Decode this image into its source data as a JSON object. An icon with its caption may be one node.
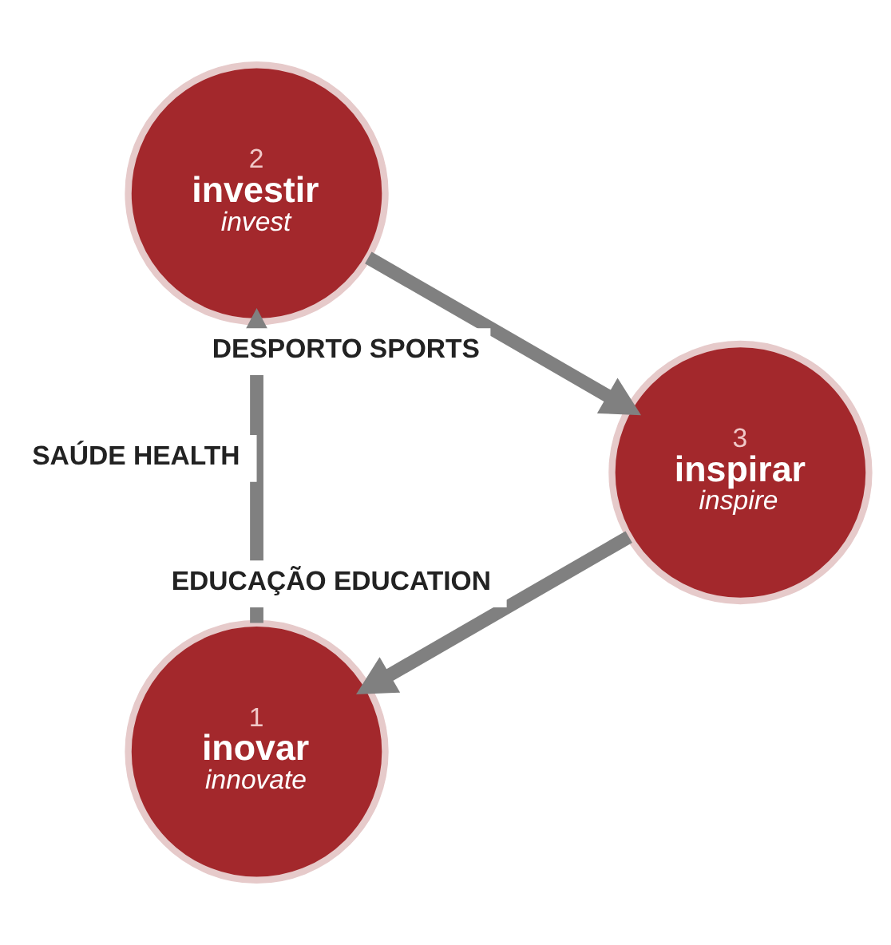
{
  "diagram": {
    "nodes": [
      {
        "text": [
          "1",
          "inovar",
          "innovate"
        ]
      },
      {
        "text": [
          "2",
          "investir",
          "invest"
        ]
      },
      {
        "text": [
          "3",
          "inspirar",
          "inspire"
        ]
      }
    ],
    "edges": [
      {
        "from": 0,
        "to": 1,
        "arrow": "to",
        "label": "SAÚDE HEALTH"
      },
      {
        "from": 1,
        "to": 2,
        "arrow": "to",
        "label": "DESPORTO SPORTS"
      },
      {
        "from": 2,
        "to": 0,
        "arrow": "to",
        "label": "EDUCAÇÃO EDUCATION"
      }
    ]
  }
}
